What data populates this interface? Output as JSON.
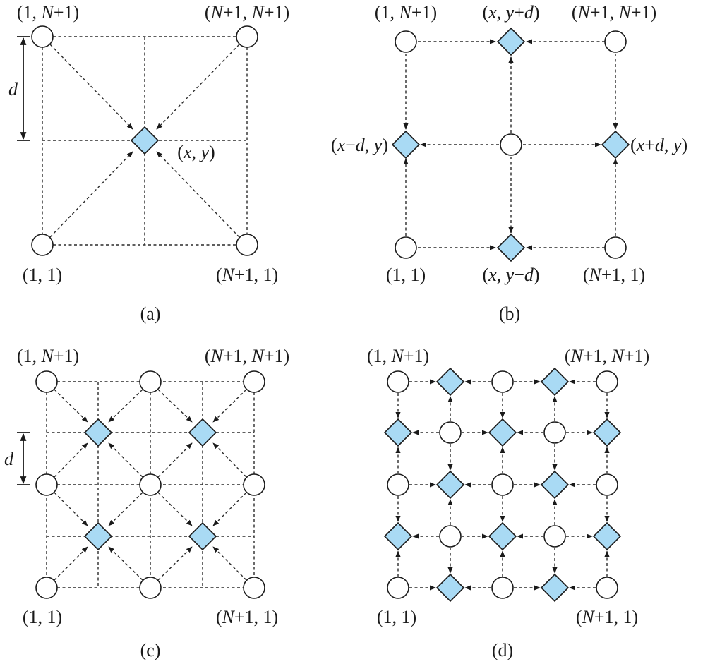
{
  "panels": {
    "a": {
      "caption": "(a)",
      "labels": {
        "top_left": "(1, N+1)",
        "top_right": "(N+1, N+1)",
        "bottom_left": "(1, 1)",
        "bottom_right": "(N+1, 1)",
        "center": "(x, y)"
      },
      "spacing_label": "d"
    },
    "b": {
      "caption": "(b)",
      "labels": {
        "top_left": "(1, N+1)",
        "top_right": "(N+1, N+1)",
        "bottom_left": "(1, 1)",
        "bottom_right": "(N+1, 1)",
        "top_mid": "(x, y+d)",
        "bottom_mid": "(x, y−d)",
        "left_mid": "(x−d, y)",
        "right_mid": "(x+d, y)"
      }
    },
    "c": {
      "caption": "(c)",
      "labels": {
        "top_left": "(1, N+1)",
        "top_right": "(N+1, N+1)",
        "bottom_left": "(1, 1)",
        "bottom_right": "(N+1, 1)"
      },
      "spacing_label": "d"
    },
    "d": {
      "caption": "(d)",
      "labels": {
        "top_left": "(1, N+1)",
        "top_right": "(N+1, N+1)",
        "bottom_left": "(1, 1)",
        "bottom_right": "(N+1, 1)"
      }
    }
  },
  "colors": {
    "node_fill": "#ffffff",
    "diamond_fill": "#a9daf4",
    "stroke": "#1a1a1a"
  }
}
